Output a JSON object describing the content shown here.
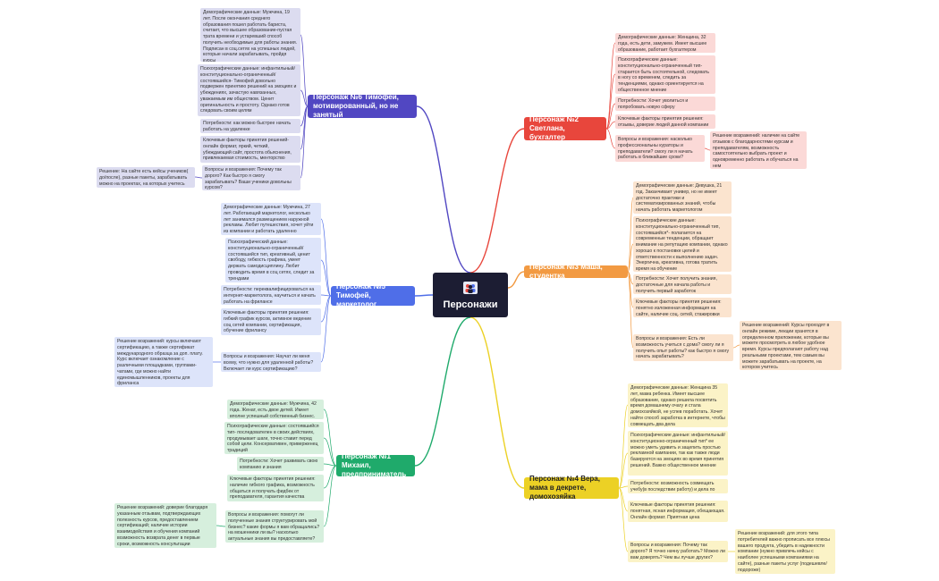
{
  "center": {
    "title": "Персонажи",
    "icon": "group-people-icon"
  },
  "colors": {
    "p6": "#5147c2",
    "p2": "#e8463c",
    "p3": "#f29a42",
    "p5": "#4f6ee8",
    "p4": "#ecd125",
    "p1": "#1faa6b"
  },
  "personas": {
    "p6": {
      "title": "Персонаж №6 Тимофей, мотивированный, но не занятый",
      "demo": "Демографические данные: Мужчина, 19 лет. После окончания среднего образования пошел работать бариста, считает, что высшее образование-пустая трата времени и устаревший способ получить необходимые для работы знания. Подписан в соц.сетях на успешных людей, которые начали зарабатывать, пройдя курсы",
      "psycho": "Психографические данные: инфантильный/ конституционально-ограниченный/ состоявшийся- Тимофей довольно подвержен принятию решений на эмоциях и убеждениях, зачастую навязанных, уважаемым им обществом. Ценит оригинальность и простоту. Однако готов следовать своим целям",
      "needs": "Потребности: как можно быстрее начать работать на удаленке",
      "factors": "Ключевые факторы принятия решений- онлайн формат, яркий, четкий, убеждающий сайт, простота обьяснения, привлекаемая стоимость, менторство",
      "questions": "Вопросы и возражения: Почему так дорого? Как быстро я смогу зарабатывать? Ваши ученики довольны курсом?",
      "solution": "Решение: На сайте есть кейсы учеников( до/после), разные пакеты, зарабатывать можно на проектах, на которых учитесь"
    },
    "p2": {
      "title": "Персонаж №2 Светлана, бухгалтер",
      "demo": "Демографические данные: Женщина, 32 года, есть дети, замужем. Имеет высшее образование, работает бухгалтером",
      "psycho": "Психографические данные: конституционально-ограниченный тип- старается быть состоятельной, следовать в ногу со временем, следить за тенденциями, однако ориентируется на общественное мнение",
      "needs": "Потребности: Хочет уволиться и попробовать новую сферу",
      "factors": "Ключевые факторы принятия решения: отзывы, доверие людей данной компании",
      "questions": "Вопросы и возражения: насколько профессиональны кураторы и преподаватели? смогу ли я начать работать в ближайшие сроки?",
      "solution": "Решение возражений: наличие на сайте отзывов с благодарностями курсам и преподавателям, возможность самостоятельно выбрать проект и одновременно работать и обучаться на нем"
    },
    "p3": {
      "title": "Персонаж №3 Маша, студентка",
      "demo": "Демографические данные: Девушка, 21 год. Заканчивает универ, но не имеет достаточно практики и систематизированных знаний, чтобы начать работать маркетологом",
      "psycho": "Психографические данные: конституционально-ограниченный тип, состоявшийся*- полагается на современные тенденции, обращает внимание на репутацию компании, однако хорошо к постановке целей и ответственности к выполнению задач. Энергична, креативна, готова тратить время на обучение",
      "needs": "Потребности: Хочет получить знания, достаточные для начала работы и получить первый заработок",
      "factors": "Ключевые факторы принятия решения: понятно изложенная информация на сайте, наличие соц. сетей, стажировки",
      "questions": "Вопросы и возражения: Есть ли возможность учиться с дома? смогу ли я получить опыт работы? как быстро я смогу начать зарабатывать?",
      "solution": "Решение возражений: Курсы проходят в онлайн режиме, лекции хранятся в определенном приложении, которые вы можете просмотреть в любое удобное время. Курсы предполагают работу над реальными проектами, тем самым вы можете зарабатывать на проекте, на котором учитесь"
    },
    "p5": {
      "title": "Персонаж №5 Тимофей, маркетолог",
      "demo": "Демографические данные: Мужчина, 27 лет. Работающий маркетолог, несколько лет занимался размещением наружной рекламы. Любит путешествия, хочет уйти из компании и работать удаленно",
      "psycho": "Психографический данные: конституционально-ограниченный/ состоявшийся тип, креативный, ценит свободу, гибкость графика, умеет держать самодисциплину. Любит проводить время в соц сетях, следит за трендами",
      "needs": "Потребности: переквалифицироваться на интернет-маркетолога, научиться и начать работать на фрилансе",
      "factors": "Ключевые факторы принятия решения: гибкий график курсов, активное ведение соц сетей компании, сертификация, обучение фрилансу",
      "questions": "Вопросы и возражения: Научат ли меня всему, что нужно для удаленной работы? Включает ли курс сертификацию?",
      "solution": "Решение возражений: курсы включают сертификацию, а также сертификат международного образца за доп. плату. Курс включает ознакомление с различными площадками, группами-чатами, где можно найти единомышленников, проекты для фриланса"
    },
    "p4": {
      "title": "Персонаж №4 Вера, мама  в декрете, домохозяйка",
      "demo": "Демографические данные: Женщина 35 лет, мама ребенка. Имеет высшее образование, однако решила посвятить время домашнему очагу и стала домохозяйкой, не успев поработать. Хочет найти способ заработка в интернете, чтобы совмещать два дела",
      "psycho": "Психографические данные: инфантильный/конституционно-ограниченный тип* ее можно уметь удивить и зацепить простью рекламной кампании, так как также люди базируются на эмоциях во время принятия решений. Важно общественное мнение",
      "needs": "Потребности: возможность совмещать учебу(в последствии работу) и дела по дому",
      "factors": "Ключевые факторы принятия решения: понятная, ясная информация, обещающая. Онлайн формат. Приятная цена",
      "questions": "Вопросы и возражения: Почему так дорого? Я точно начну работать? Можно ли вам доверять? Чем вы лучше других?",
      "solution": "Решение возражений: для этого типа потребителей важно прописать все плюсы вашего продукта, убедить в надежности компании (нужно привлечь кейсы с наиболее успешными компаниями на сайте), разные пакеты услуг (подешевле/подороже)"
    },
    "p1": {
      "title": "Персонаж №1 Михаил, предприниматель",
      "demo": "Демографические данные: Мужчина, 42 года. Женат, есть двое детей. Имеет вполне успешный собственный бизнес.",
      "psycho": "Психографические данные: состоявшийся тип- последователен в своих действиях, продумывает шаги, точно ставит перед собой цели. Консервативен, приверженец традиций",
      "needs": "Потребности: Хочет развивать свою компанию и знания",
      "factors": "Ключевые факторы принятия решения: наличие гибкого графика, возможность общаться и получать фидбек от преподавателя, гарантия качества",
      "questions": "Вопросы и возражения: помогут ли полученные знания структурировать мой бизнес? какие формы я вам обращались? на мошенники ли вы? насколько актуальные знания вы предоставляете?",
      "solution": "Решение возражений: доверие благодаря указанным отзывам, подтверждающих полезность курсов, предоставлением сертификаций; наличие истории взаимодействия и обучения компаний возможность возврата денег в первые сроки, возможность консультации"
    }
  }
}
